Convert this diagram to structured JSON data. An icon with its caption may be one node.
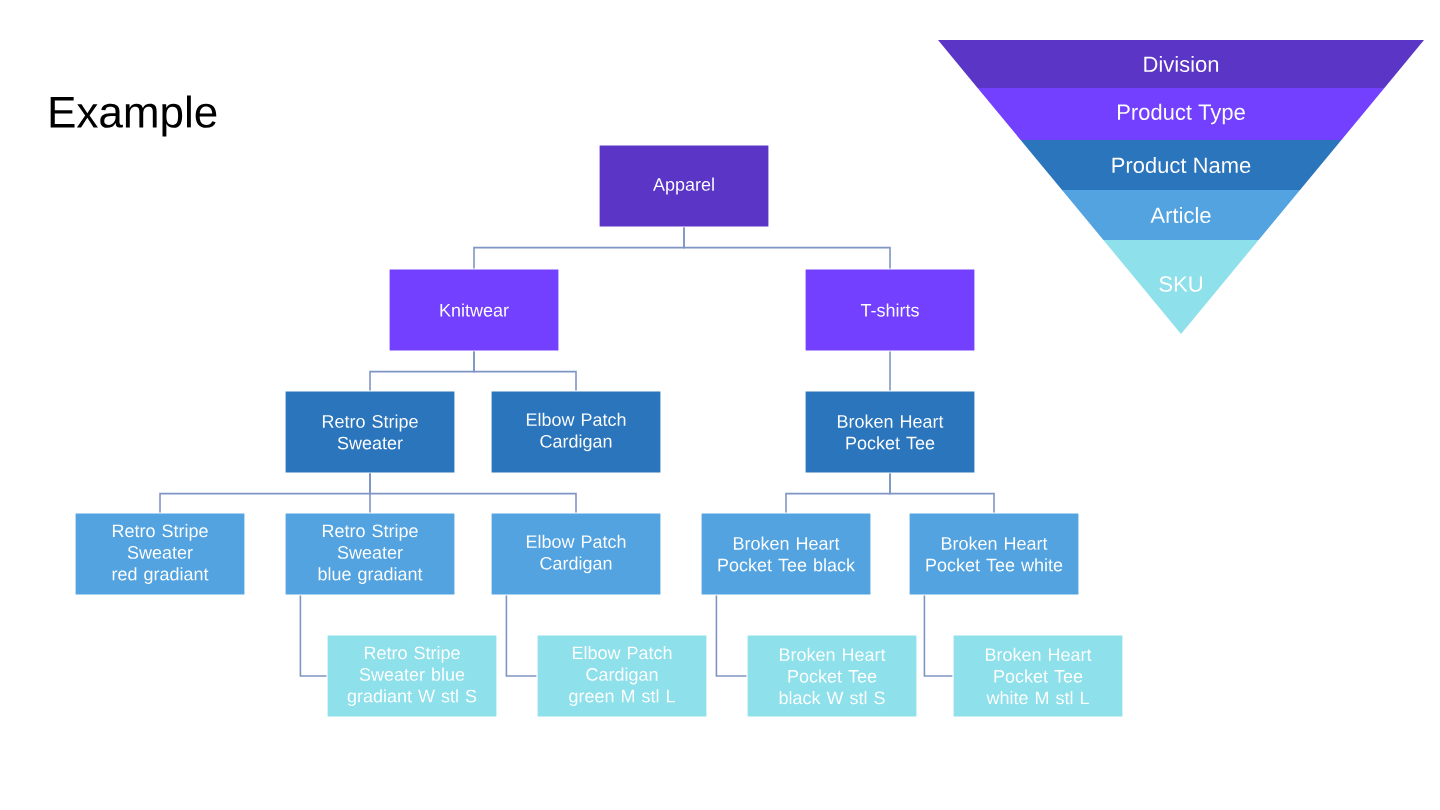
{
  "diagram": {
    "title": "Example",
    "nodes": [
      {
        "text": [
          "Apparel"
        ]
      },
      {
        "text": [
          "Knitwear"
        ]
      },
      {
        "text": [
          "T-shirts"
        ]
      },
      {
        "text": [
          "Retro Stripe Sweater"
        ]
      },
      {
        "text": [
          "Elbow Patch Cardigan"
        ]
      },
      {
        "text": [
          "Broken Heart Pocket Tee"
        ]
      },
      {
        "text": [
          "Retro Stripe Sweater red gradiant"
        ]
      },
      {
        "text": [
          "Retro Stripe Sweater blue gradiant"
        ]
      },
      {
        "text": [
          "Elbow Patch Cardigan"
        ]
      },
      {
        "text": [
          "Broken Heart Pocket Tee black"
        ]
      },
      {
        "text": [
          "Broken Heart Pocket Tee white"
        ]
      },
      {
        "text": [
          "Retro Stripe Sweater blue gradiant W stl S"
        ]
      },
      {
        "text": [
          "Elbow Patch Cardigan green M stl L"
        ]
      },
      {
        "text": [
          "Broken Heart Pocket Tee black W stl S"
        ]
      },
      {
        "text": [
          "Broken Heart Pocket Tee white M stl L"
        ]
      },
      {
        "text": [
          "Division"
        ]
      },
      {
        "text": [
          "Product Type"
        ]
      },
      {
        "text": [
          "Product Name"
        ]
      },
      {
        "text": [
          "Article"
        ]
      },
      {
        "text": [
          "SKU"
        ]
      }
    ],
    "edges": [
      {
        "from": 0,
        "to": 1,
        "arrow": "none"
      },
      {
        "from": 0,
        "to": 2,
        "arrow": "none"
      },
      {
        "from": 1,
        "to": 3,
        "arrow": "none"
      },
      {
        "from": 1,
        "to": 4,
        "arrow": "none"
      },
      {
        "from": 2,
        "to": 5,
        "arrow": "none"
      },
      {
        "from": 3,
        "to": 6,
        "arrow": "none"
      },
      {
        "from": 3,
        "to": 7,
        "arrow": "none"
      },
      {
        "from": 3,
        "to": 8,
        "arrow": "none"
      },
      {
        "from": 5,
        "to": 9,
        "arrow": "none"
      },
      {
        "from": 5,
        "to": 10,
        "arrow": "none"
      },
      {
        "from": 7,
        "to": 11,
        "arrow": "none"
      },
      {
        "from": 8,
        "to": 12,
        "arrow": "none"
      },
      {
        "from": 9,
        "to": 13,
        "arrow": "none"
      },
      {
        "from": 10,
        "to": 14,
        "arrow": "none"
      }
    ]
  }
}
